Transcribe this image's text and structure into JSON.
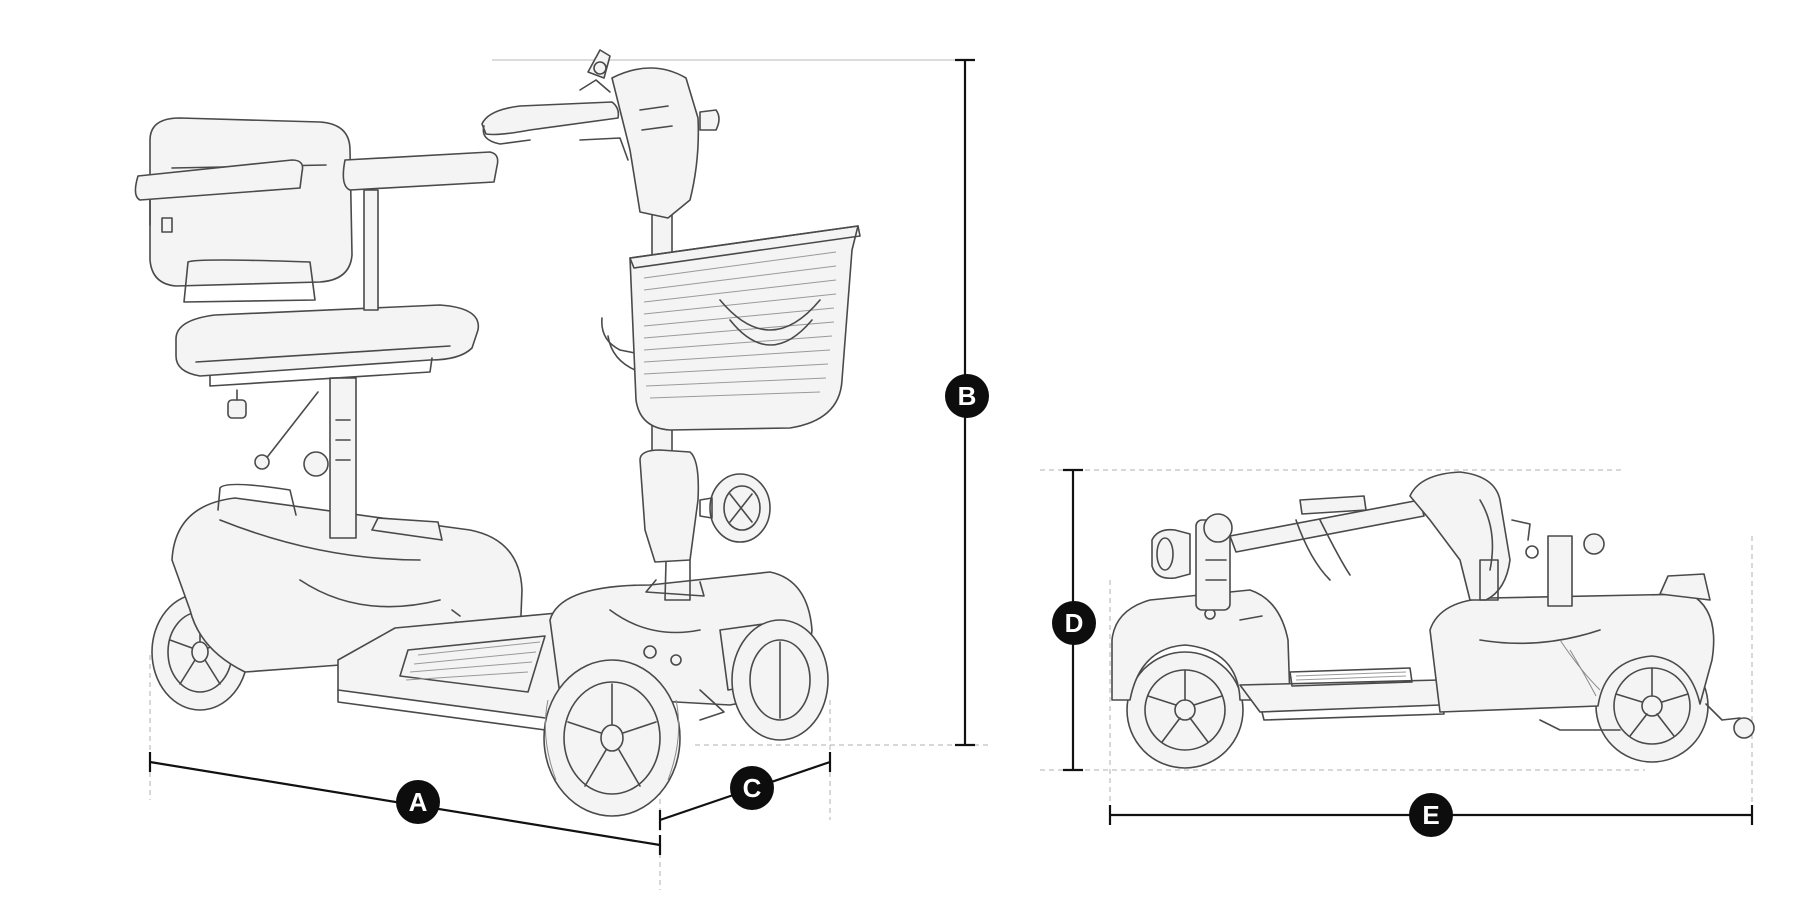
{
  "dimension_labels": {
    "a": "A",
    "b": "B",
    "c": "C",
    "d": "D",
    "e": "E"
  },
  "colors": {
    "badge": "#0d0d0d",
    "badge_text": "#ffffff",
    "line": "#111111",
    "sketch": "#4a4a4a"
  }
}
